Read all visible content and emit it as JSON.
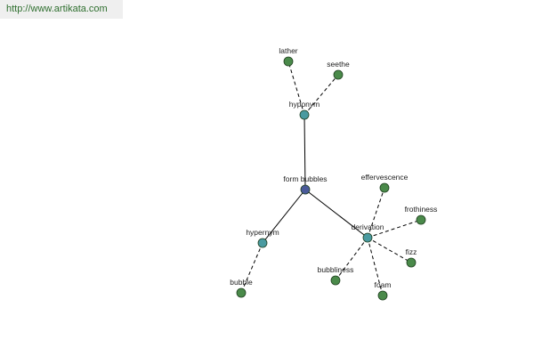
{
  "header": {
    "url_text": "http://www.artikata.com"
  },
  "colors": {
    "root_node": "#4a5a9a",
    "relation_node": "#4a9aa0",
    "leaf_node": "#4a8a4a",
    "node_stroke": "#1f3f1f",
    "edge": "#000000",
    "banner_text": "#2f6f2f"
  },
  "graph": {
    "nodes": [
      {
        "id": "form-bubbles",
        "label": "form bubbles",
        "kind": "root"
      },
      {
        "id": "hyponym",
        "label": "hyponym",
        "kind": "relation"
      },
      {
        "id": "hypernym",
        "label": "hypernym",
        "kind": "relation"
      },
      {
        "id": "derivation",
        "label": "derivation",
        "kind": "relation"
      },
      {
        "id": "lather",
        "label": "lather",
        "kind": "leaf"
      },
      {
        "id": "seethe",
        "label": "seethe",
        "kind": "leaf"
      },
      {
        "id": "bubble",
        "label": "bubble",
        "kind": "leaf"
      },
      {
        "id": "effervescence",
        "label": "effervescence",
        "kind": "leaf"
      },
      {
        "id": "frothiness",
        "label": "frothiness",
        "kind": "leaf"
      },
      {
        "id": "fizz",
        "label": "fizz",
        "kind": "leaf"
      },
      {
        "id": "foam",
        "label": "foam",
        "kind": "leaf"
      },
      {
        "id": "bubbliness",
        "label": "bubbliness",
        "kind": "leaf"
      }
    ],
    "edges": [
      {
        "from": "form-bubbles",
        "to": "hyponym",
        "style": "solid"
      },
      {
        "from": "form-bubbles",
        "to": "hypernym",
        "style": "solid"
      },
      {
        "from": "form-bubbles",
        "to": "derivation",
        "style": "solid"
      },
      {
        "from": "hyponym",
        "to": "lather",
        "style": "dashed"
      },
      {
        "from": "hyponym",
        "to": "seethe",
        "style": "dashed"
      },
      {
        "from": "hypernym",
        "to": "bubble",
        "style": "dashed"
      },
      {
        "from": "derivation",
        "to": "effervescence",
        "style": "dashed"
      },
      {
        "from": "derivation",
        "to": "frothiness",
        "style": "dashed"
      },
      {
        "from": "derivation",
        "to": "fizz",
        "style": "dashed"
      },
      {
        "from": "derivation",
        "to": "foam",
        "style": "dashed"
      },
      {
        "from": "derivation",
        "to": "bubbliness",
        "style": "dashed"
      }
    ]
  }
}
